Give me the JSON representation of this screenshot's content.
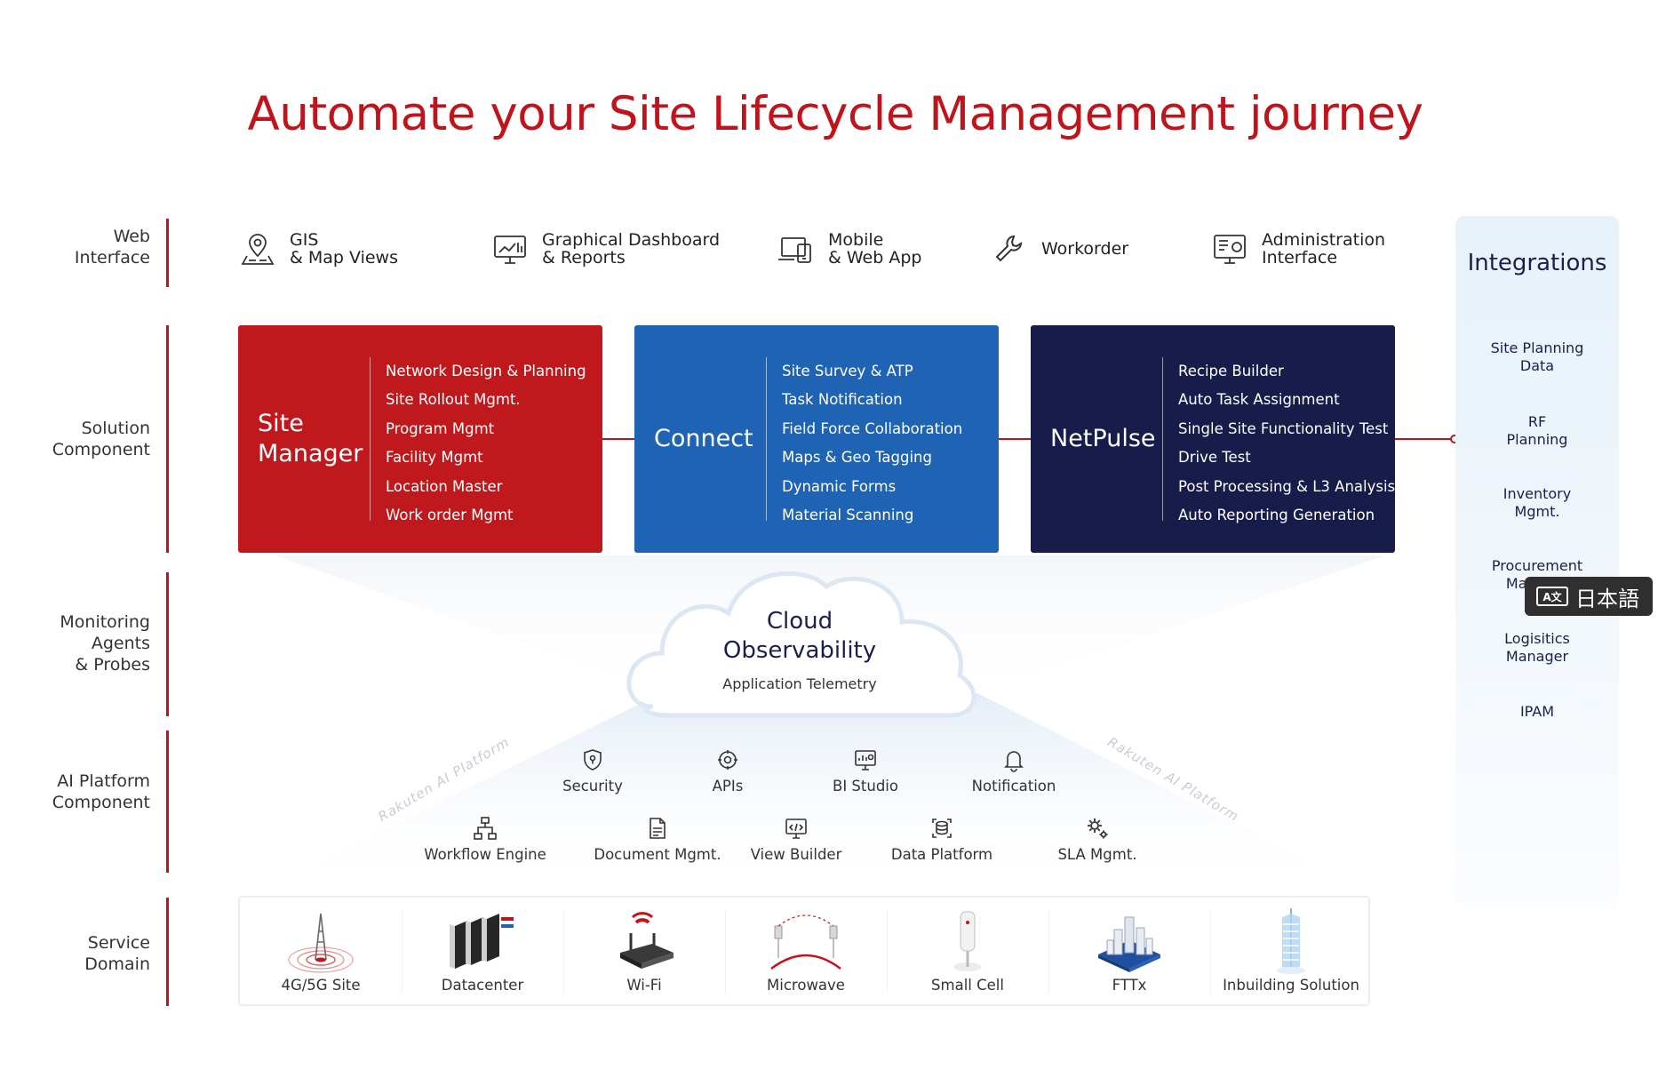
{
  "title": "Automate your Site Lifecycle Management journey",
  "colors": {
    "accent": "#c0141c",
    "site_manager": "#c0191d",
    "connect": "#1f63b5",
    "netpulse": "#171c4a",
    "navy_text": "#1a1f4c"
  },
  "row_labels": {
    "web": "Web\nInterface",
    "solution": "Solution\nComponent",
    "monitoring": "Monitoring\nAgents\n& Probes",
    "ai": "AI Platform\nComponent",
    "service": "Service\nDomain"
  },
  "web_interface": [
    {
      "icon": "map-pin-icon",
      "label": "GIS\n& Map Views"
    },
    {
      "icon": "dashboard-icon",
      "label": "Graphical Dashboard\n& Reports"
    },
    {
      "icon": "devices-icon",
      "label": "Mobile\n& Web App"
    },
    {
      "icon": "wrench-icon",
      "label": "Workorder"
    },
    {
      "icon": "admin-icon",
      "label": "Administration\nInterface"
    }
  ],
  "solutions": [
    {
      "name": "Site\nManager",
      "features": [
        "Network Design & Planning",
        "Site Rollout Mgmt.",
        "Program Mgmt",
        "Facility Mgmt",
        "Location Master",
        "Work order Mgmt"
      ]
    },
    {
      "name": "Connect",
      "features": [
        "Site Survey & ATP",
        "Task Notification",
        "Field Force Collaboration",
        "Maps & Geo Tagging",
        "Dynamic Forms",
        "Material Scanning"
      ]
    },
    {
      "name": "NetPulse",
      "features": [
        "Recipe Builder",
        "Auto Task Assignment",
        "Single Site Functionality Test",
        "Drive Test",
        "Post Processing & L3 Analysis",
        "Auto Reporting Generation"
      ]
    }
  ],
  "cloud": {
    "title_line1": "Cloud",
    "title_line2": "Observability",
    "subtitle": "Application Telemetry"
  },
  "ai_platform": {
    "watermark": "Rakuten AI Platform",
    "row1": [
      {
        "icon": "shield-icon",
        "label": "Security"
      },
      {
        "icon": "api-icon",
        "label": "APIs"
      },
      {
        "icon": "bi-monitor-icon",
        "label": "BI Studio"
      },
      {
        "icon": "bell-icon",
        "label": "Notification"
      }
    ],
    "row2": [
      {
        "icon": "workflow-icon",
        "label": "Workflow Engine"
      },
      {
        "icon": "document-icon",
        "label": "Document Mgmt."
      },
      {
        "icon": "view-builder-icon",
        "label": "View Builder"
      },
      {
        "icon": "data-platform-icon",
        "label": "Data Platform"
      },
      {
        "icon": "gears-icon",
        "label": "SLA Mgmt."
      }
    ]
  },
  "service_domain": [
    {
      "icon": "tower-icon",
      "label": "4G/5G Site"
    },
    {
      "icon": "server-icon",
      "label": "Datacenter"
    },
    {
      "icon": "router-icon",
      "label": "Wi-Fi"
    },
    {
      "icon": "microwave-icon",
      "label": "Microwave"
    },
    {
      "icon": "small-cell-icon",
      "label": "Small Cell"
    },
    {
      "icon": "city-icon",
      "label": "FTTx"
    },
    {
      "icon": "building-icon",
      "label": "Inbuilding Solution"
    }
  ],
  "integrations": {
    "title": "Integrations",
    "items": [
      "Site Planning\nData",
      "RF\nPlanning",
      "Inventory\nMgmt.",
      "Procurement\nManager",
      "Logisitics\nManager",
      "IPAM"
    ]
  },
  "translate_badge": {
    "icon_text": "A文",
    "label": "日本語"
  }
}
